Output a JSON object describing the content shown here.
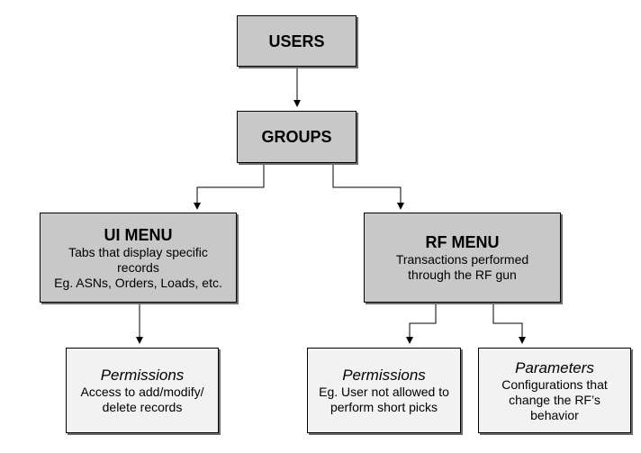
{
  "nodes": {
    "users": {
      "title": "USERS"
    },
    "groups": {
      "title": "GROUPS"
    },
    "ui_menu": {
      "title": "UI MENU",
      "lines": [
        "Tabs that display specific",
        "records",
        "Eg. ASNs, Orders, Loads, etc."
      ]
    },
    "rf_menu": {
      "title": "RF MENU",
      "lines": [
        "Transactions performed",
        "through the RF gun"
      ]
    },
    "ui_permissions": {
      "title": "Permissions",
      "lines": [
        "Access to add/modify/",
        "delete records"
      ]
    },
    "rf_permissions": {
      "title": "Permissions",
      "lines": [
        "Eg. User not allowed to",
        "perform short picks"
      ]
    },
    "rf_parameters": {
      "title": "Parameters",
      "lines": [
        "Configurations that",
        "change the RF’s",
        "behavior"
      ]
    }
  },
  "colors": {
    "top_box_fill": "#c8c8c8",
    "leaf_box_fill": "#f2f2f2",
    "line": "#000000"
  }
}
